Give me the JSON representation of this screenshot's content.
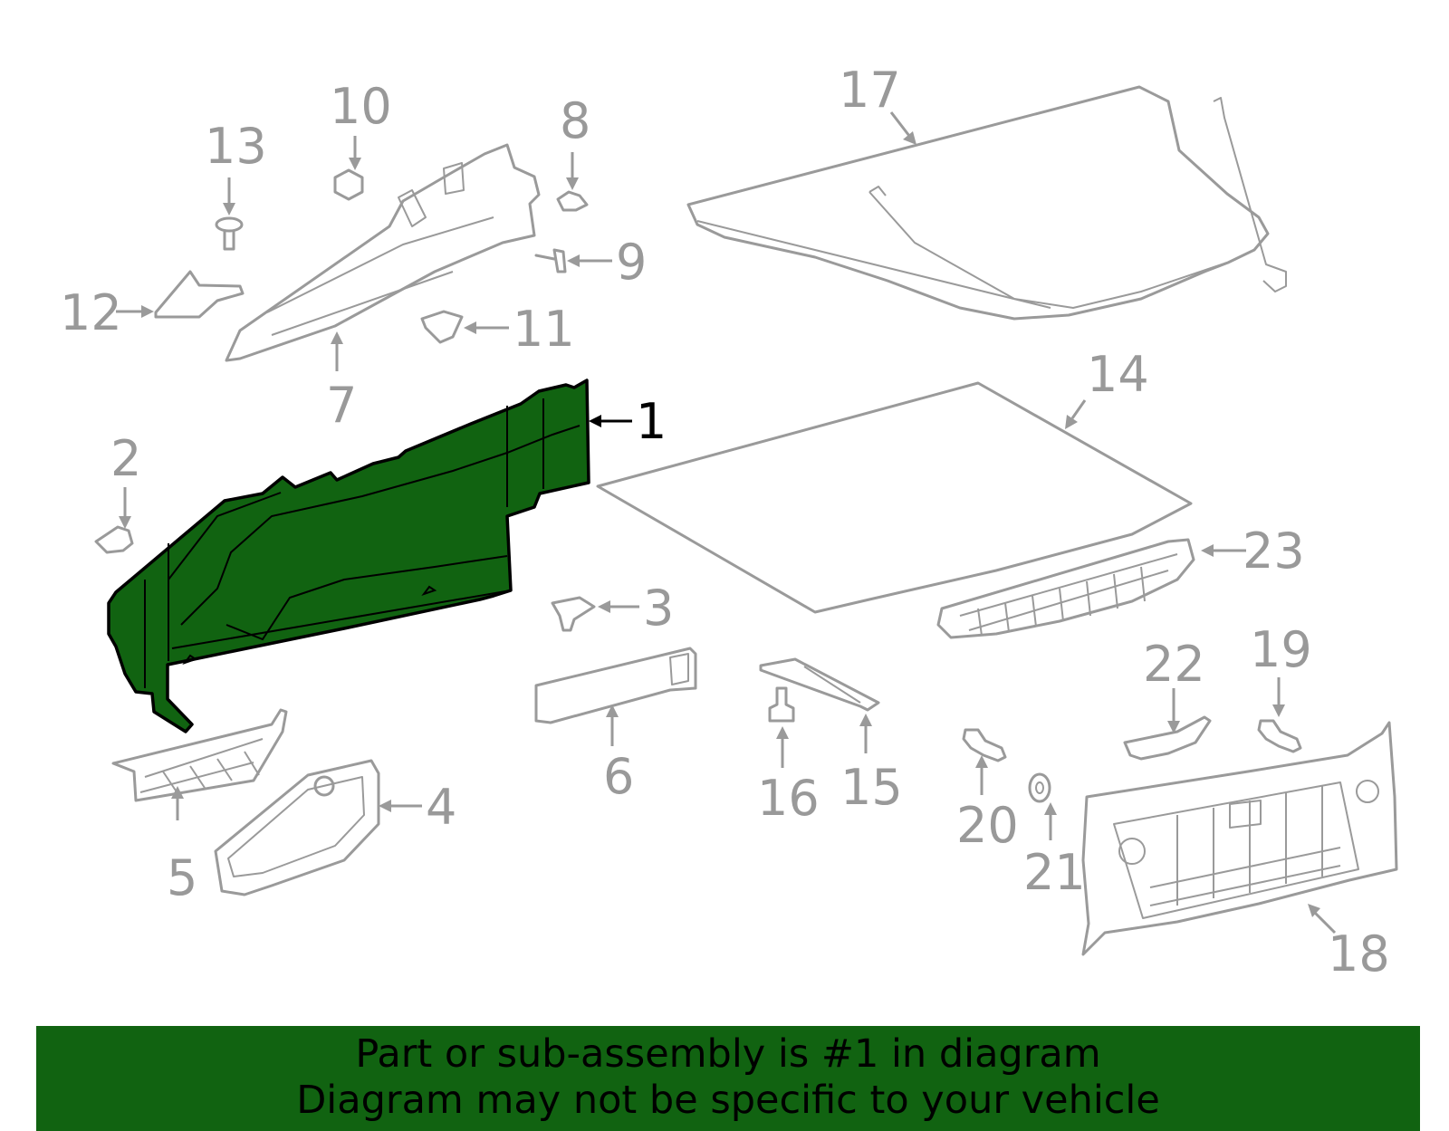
{
  "diagram": {
    "highlighted_part": "1",
    "callouts": [
      "1",
      "2",
      "3",
      "4",
      "5",
      "6",
      "7",
      "8",
      "9",
      "10",
      "11",
      "12",
      "13",
      "14",
      "15",
      "16",
      "17",
      "18",
      "19",
      "20",
      "21",
      "22",
      "23"
    ]
  },
  "colors": {
    "highlight": "#116311",
    "banner": "#116311",
    "linework": "#9a9a9a"
  },
  "banner": {
    "line1": "Part or sub-assembly is #1 in diagram",
    "line2": "Diagram may not be specific to your vehicle"
  }
}
